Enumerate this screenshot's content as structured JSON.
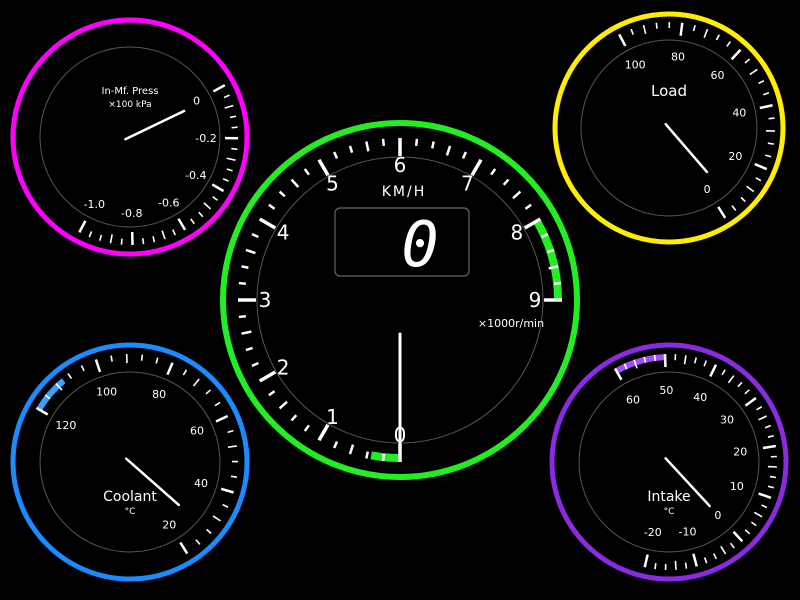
{
  "gauges": {
    "boost": {
      "label": "In-Mf. Press",
      "unit": "×100 kPa",
      "color": "#ff00ff",
      "range": [
        -1.0,
        0.2
      ],
      "major_labels": [
        "-1.0",
        "-0.8",
        "-0.6",
        "-0.4",
        "-0.2",
        "0"
      ],
      "major_values": [
        -1.0,
        -0.8,
        -0.6,
        -0.4,
        -0.2,
        0
      ],
      "value": -0.02
    },
    "load": {
      "label": "Load",
      "unit": "",
      "color": "#ffee00",
      "range": [
        0,
        100
      ],
      "major_labels": [
        "0",
        "20",
        "40",
        "60",
        "80",
        "100"
      ],
      "major_values": [
        0,
        20,
        40,
        60,
        80,
        100
      ],
      "value": 5
    },
    "tach": {
      "label": "KM/H",
      "unit": "×1000r/min",
      "color": "#22ee22",
      "accent": "#22ee22",
      "range": [
        0,
        9
      ],
      "major_labels": [
        "0",
        "1",
        "2",
        "3",
        "4",
        "5",
        "6",
        "7",
        "8",
        "9"
      ],
      "major_values": [
        0,
        1,
        2,
        3,
        4,
        5,
        6,
        7,
        8,
        9
      ],
      "value": 0.0,
      "speed": "0",
      "redline_start": 8.0
    },
    "coolant": {
      "label": "Coolant",
      "unit": "°C",
      "color": "#1a8cff",
      "accent": "#3aa0ff",
      "range": [
        20,
        120
      ],
      "major_labels": [
        "20",
        "40",
        "60",
        "80",
        "100",
        "120"
      ],
      "major_values": [
        20,
        40,
        60,
        80,
        100,
        120
      ],
      "value": 28,
      "warn_start": 110
    },
    "intake": {
      "label": "Intake",
      "unit": "°C",
      "color": "#8a2be2",
      "accent": "#a050ff",
      "range": [
        -20,
        60
      ],
      "major_labels": [
        "-20",
        "-10",
        "0",
        "10",
        "20",
        "30",
        "40",
        "50",
        "60"
      ],
      "major_values": [
        -20,
        -10,
        0,
        10,
        20,
        30,
        40,
        50,
        60
      ],
      "value": 0,
      "warn_start": 50
    }
  }
}
